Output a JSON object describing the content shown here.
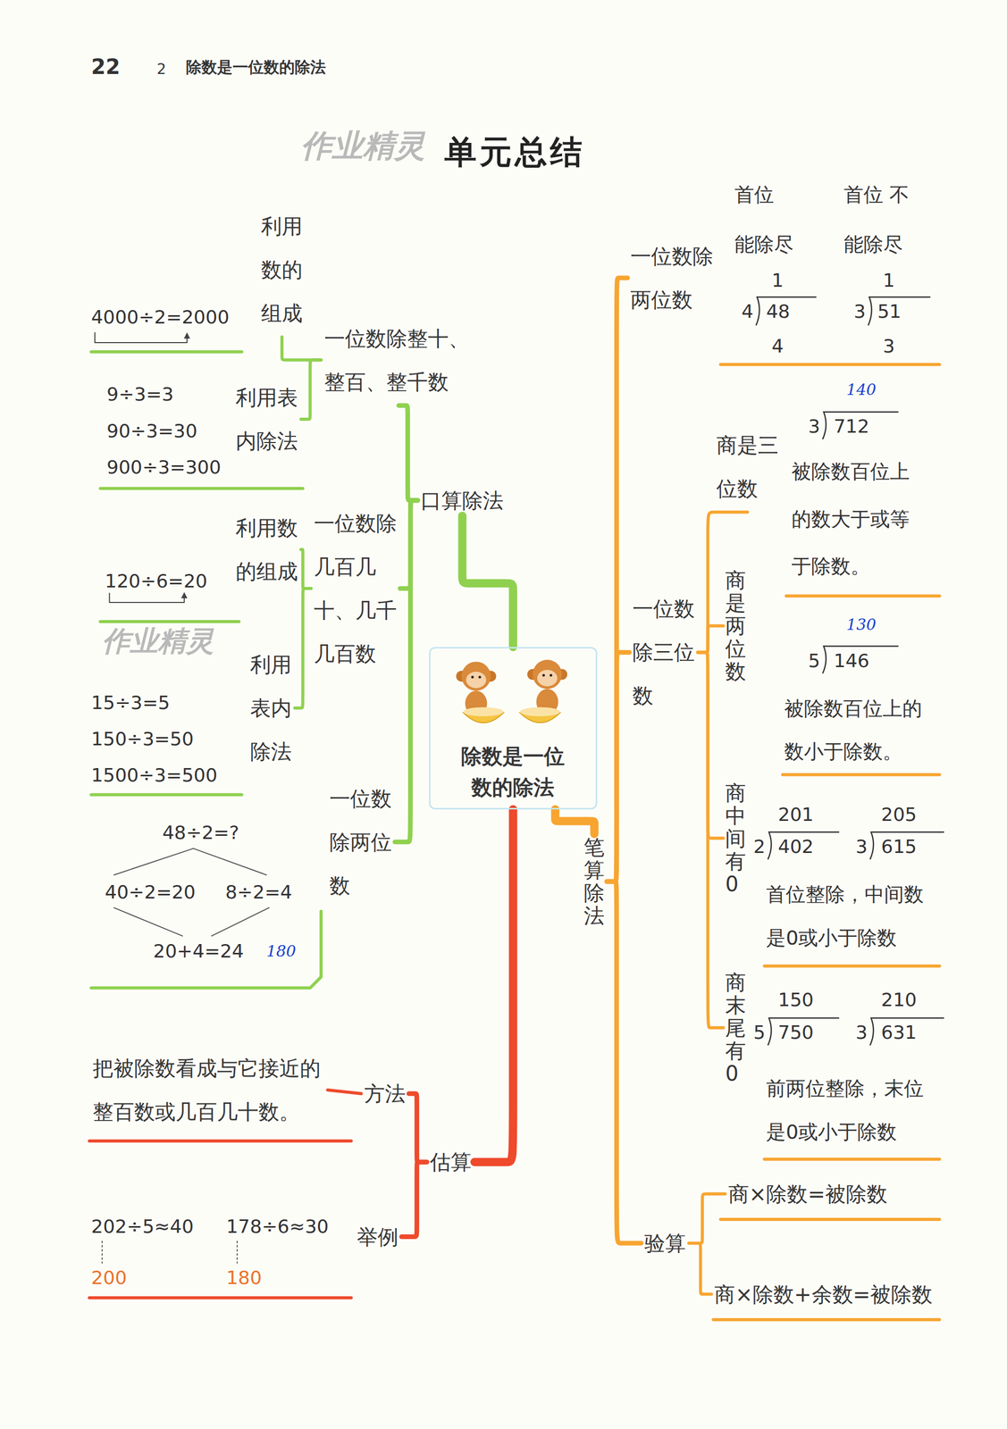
{
  "diagram": {
    "title": "单元总结",
    "nodes": [
      {
        "text": [
          "除数是一位数的除法"
        ]
      },
      {
        "text": [
          "口算除法"
        ]
      },
      {
        "text": [
          "一位数除整十、整百、整千数"
        ]
      },
      {
        "text": [
          "利用数的组成"
        ]
      },
      {
        "text": [
          "利用表内除法"
        ]
      },
      {
        "text": [
          "一位数除几百几十、几千几百数"
        ]
      },
      {
        "text": [
          "利用数的组成"
        ]
      },
      {
        "text": [
          "利用表内除法"
        ]
      },
      {
        "text": [
          "一位数除两位数"
        ]
      },
      {
        "text": [
          "估算"
        ]
      },
      {
        "text": [
          "方法"
        ]
      },
      {
        "text": [
          "把被除数看成与它接近的整百数或几百几十数。"
        ]
      },
      {
        "text": [
          "举例"
        ]
      },
      {
        "text": [
          "笔算除法"
        ]
      },
      {
        "text": [
          "一位数除两位数"
        ]
      },
      {
        "text": [
          "一位数除三位数"
        ]
      },
      {
        "text": [
          "商是三位数"
        ]
      },
      {
        "text": [
          "商是两位数"
        ]
      },
      {
        "text": [
          "商中间有0"
        ]
      },
      {
        "text": [
          "商末尾有0"
        ]
      },
      {
        "text": [
          "验算"
        ]
      },
      {
        "text": [
          "商×除数=被除数"
        ]
      },
      {
        "text": [
          "商×除数+余数=被除数"
        ]
      }
    ],
    "edges": [
      {
        "from": 0,
        "to": 1,
        "arrow": "none"
      },
      {
        "from": 1,
        "to": 2,
        "arrow": "none"
      },
      {
        "from": 1,
        "to": 5,
        "arrow": "none"
      },
      {
        "from": 1,
        "to": 8,
        "arrow": "none"
      },
      {
        "from": 2,
        "to": 3,
        "arrow": "none"
      },
      {
        "from": 2,
        "to": 4,
        "arrow": "none"
      },
      {
        "from": 5,
        "to": 6,
        "arrow": "none"
      },
      {
        "from": 5,
        "to": 7,
        "arrow": "none"
      },
      {
        "from": 0,
        "to": 9,
        "arrow": "none"
      },
      {
        "from": 9,
        "to": 10,
        "arrow": "none"
      },
      {
        "from": 9,
        "to": 12,
        "arrow": "none"
      },
      {
        "from": 10,
        "to": 11,
        "arrow": "none"
      },
      {
        "from": 0,
        "to": 13,
        "arrow": "none"
      },
      {
        "from": 13,
        "to": 14,
        "arrow": "none"
      },
      {
        "from": 13,
        "to": 15,
        "arrow": "none"
      },
      {
        "from": 13,
        "to": 20,
        "arrow": "none"
      },
      {
        "from": 15,
        "to": 16,
        "arrow": "none"
      },
      {
        "from": 15,
        "to": 17,
        "arrow": "none"
      },
      {
        "from": 15,
        "to": 18,
        "arrow": "none"
      },
      {
        "from": 15,
        "to": 19,
        "arrow": "none"
      },
      {
        "from": 20,
        "to": 21,
        "arrow": "none"
      },
      {
        "from": 20,
        "to": 22,
        "arrow": "none"
      }
    ],
    "labels": [
      "22",
      "2",
      "除数是一位数的除法",
      "作业精灵",
      "4000÷2=2000",
      "9÷3=3",
      "90÷3=30",
      "900÷3=300",
      "作业精灵",
      "120÷6=20",
      "15÷3=5",
      "150÷3=50",
      "1500÷3=500",
      "48÷2=?",
      "40÷2=20",
      "8÷2=4",
      "20+4=24",
      "180",
      "202÷5≈40",
      "178÷6≈30",
      "200",
      "180",
      "首位 能除尽",
      "首位 不能除尽",
      "1",
      "4",
      "48",
      "4",
      "1",
      "3",
      "51",
      "3",
      "140",
      "3",
      "712",
      "被除数百位上的数大于或等于除数。",
      "130",
      "5",
      "146",
      "被除数百位上的数小于除数。",
      "201",
      "2",
      "402",
      "205",
      "3",
      "615",
      "首位整除，中间数是0或小于除数",
      "150",
      "5",
      "750",
      "210",
      "3",
      "631",
      "前两位整除，末位是0或小于除数"
    ]
  }
}
